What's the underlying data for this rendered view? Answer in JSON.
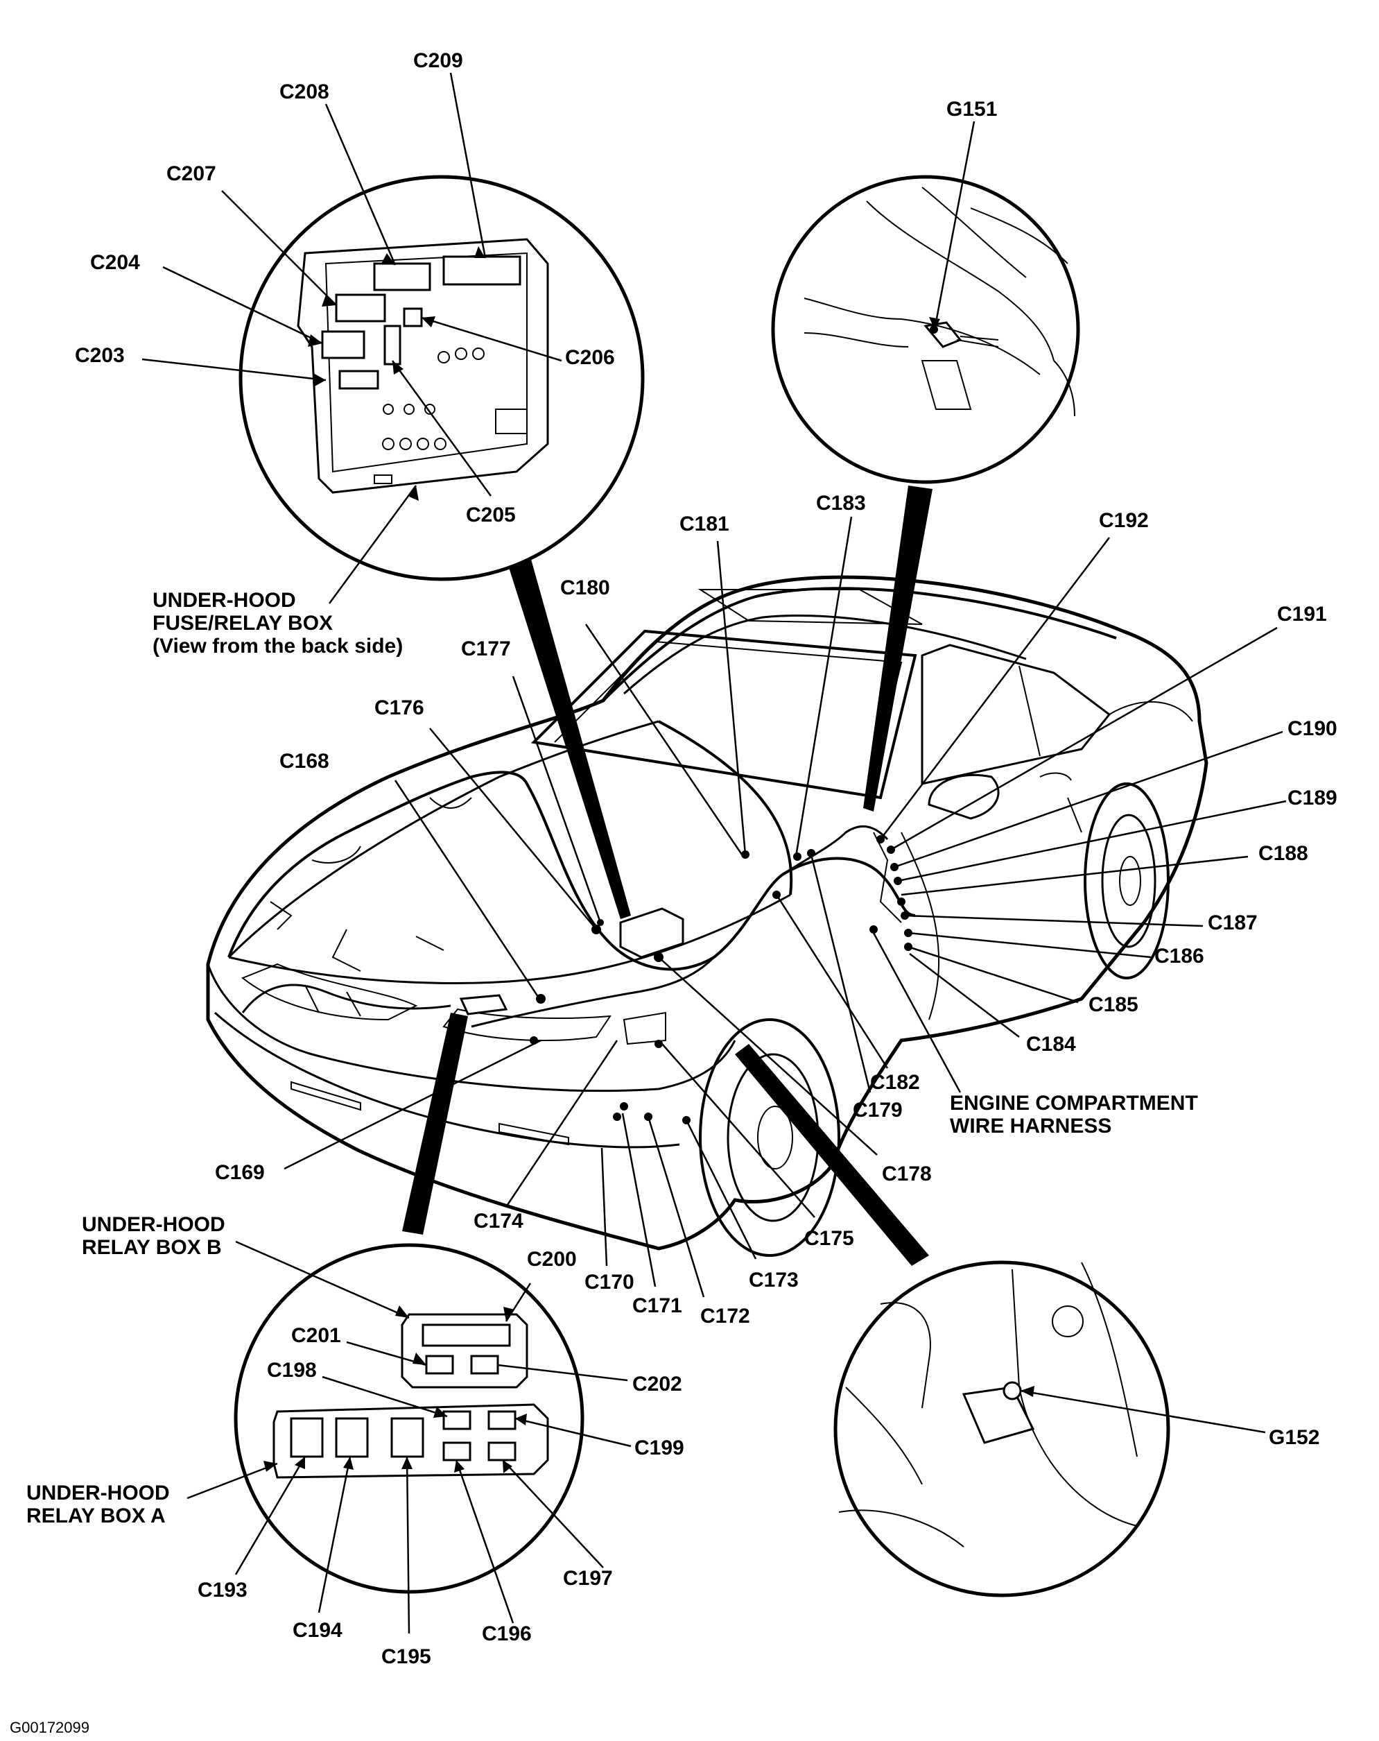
{
  "figure_id": "G00172099",
  "captions": {
    "fuse_relay_box": [
      "UNDER-HOOD",
      "FUSE/RELAY BOX",
      "(View from the back side)"
    ],
    "relay_box_b": [
      "UNDER-HOOD",
      "RELAY BOX B"
    ],
    "relay_box_a": [
      "UNDER-HOOD",
      "RELAY BOX A"
    ],
    "harness": [
      "ENGINE COMPARTMENT",
      "WIRE HARNESS"
    ]
  },
  "connectors": {
    "fuse_box": [
      "C203",
      "C204",
      "C205",
      "C206",
      "C207",
      "C208",
      "C209"
    ],
    "ground_upper": "G151",
    "ground_lower": "G152",
    "harness": [
      "C168",
      "C169",
      "C170",
      "C171",
      "C172",
      "C173",
      "C174",
      "C175",
      "C176",
      "C177",
      "C178",
      "C179",
      "C180",
      "C181",
      "C182",
      "C183",
      "C184",
      "C185",
      "C186",
      "C187",
      "C188",
      "C189",
      "C190",
      "C191",
      "C192"
    ],
    "relay_b": [
      "C200",
      "C201",
      "C202"
    ],
    "relay_a": [
      "C193",
      "C194",
      "C195",
      "C196",
      "C197",
      "C198",
      "C199"
    ]
  }
}
